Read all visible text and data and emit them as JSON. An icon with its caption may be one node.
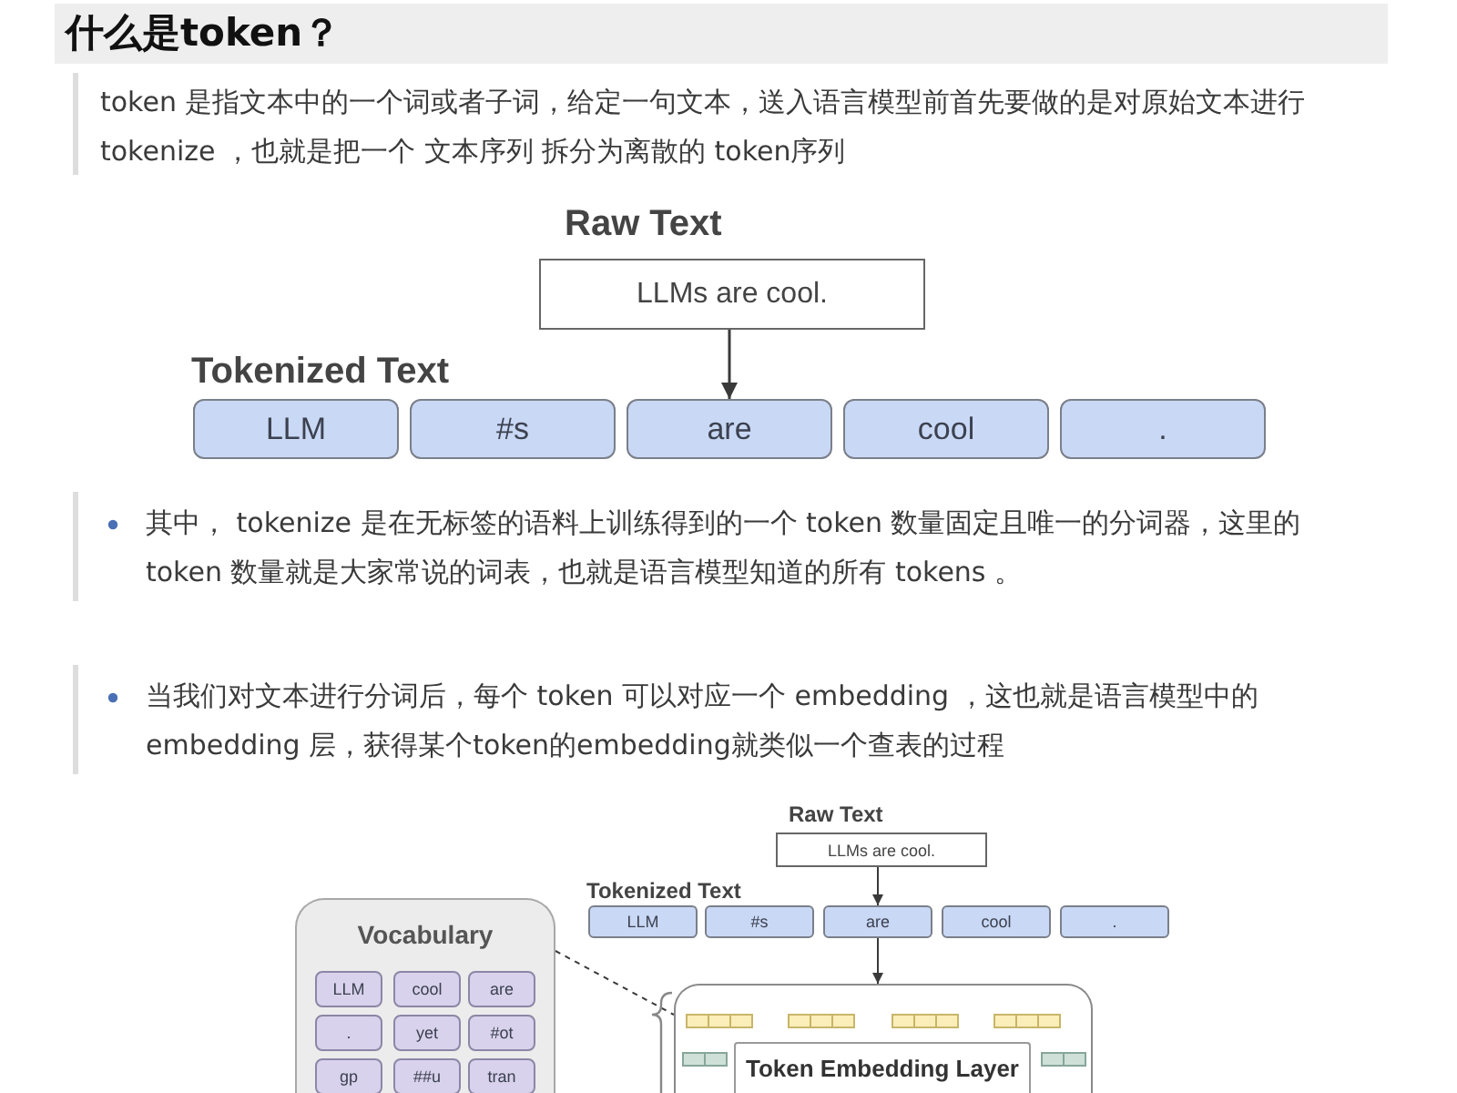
{
  "diagram": {
    "title": "什么是token？",
    "nodes": [
      {
        "text": [
          "Raw Text",
          "LLMs are cool."
        ]
      },
      {
        "text": [
          "LLM"
        ]
      },
      {
        "text": [
          "#s"
        ]
      },
      {
        "text": [
          "are"
        ]
      },
      {
        "text": [
          "cool"
        ]
      },
      {
        "text": [
          "."
        ]
      },
      {
        "text": [
          "Raw Text",
          "LLMs are cool."
        ]
      },
      {
        "text": [
          "LLM"
        ]
      },
      {
        "text": [
          "#s"
        ]
      },
      {
        "text": [
          "are"
        ]
      },
      {
        "text": [
          "cool"
        ]
      },
      {
        "text": [
          "."
        ]
      },
      {
        "text": [
          "Vocabulary"
        ]
      },
      {
        "text": [
          "LLM"
        ],
        "in": 12
      },
      {
        "text": [
          "cool"
        ],
        "in": 12
      },
      {
        "text": [
          "are"
        ],
        "in": 12
      },
      {
        "text": [
          "."
        ],
        "in": 12
      },
      {
        "text": [
          "yet"
        ],
        "in": 12
      },
      {
        "text": [
          "#ot"
        ],
        "in": 12
      },
      {
        "text": [
          "gp"
        ],
        "in": 12
      },
      {
        "text": [
          "##u"
        ],
        "in": 12
      },
      {
        "text": [
          "tran"
        ],
        "in": 12
      },
      {
        "text": [],
        "shape": "box"
      },
      {
        "text": [
          "Token Embedding Layer"
        ],
        "in": 22
      }
    ],
    "edges": [
      {
        "from": 0,
        "to": 3,
        "arrow": "to"
      },
      {
        "from": 6,
        "to": 9,
        "arrow": "to"
      },
      {
        "from": 9,
        "to": 22,
        "arrow": "to"
      },
      {
        "from": 12,
        "to": 22,
        "arrow": "none",
        "style": "dashed"
      }
    ],
    "labels": [
      "token 是指文本中的一个词或者子词，给定一句文本，送入语言模型前首先要做的是对原始文本进行 tokenize ，也就是把一个 文本序列 拆分为离散的 token序列",
      "Tokenized Text",
      "其中， tokenize 是在无标签的语料上训练得到的一个 token 数量固定且唯一的分词器，这里的 token 数量就是大家常说的词表，也就是语言模型知道的所有 tokens 。",
      "当我们对文本进行分词后，每个 token 可以对应一个 embedding ，这也就是语言模型中的 embedding 层，获得某个token的embedding就类似一个查表的过程",
      "Tokenized Text"
    ]
  }
}
